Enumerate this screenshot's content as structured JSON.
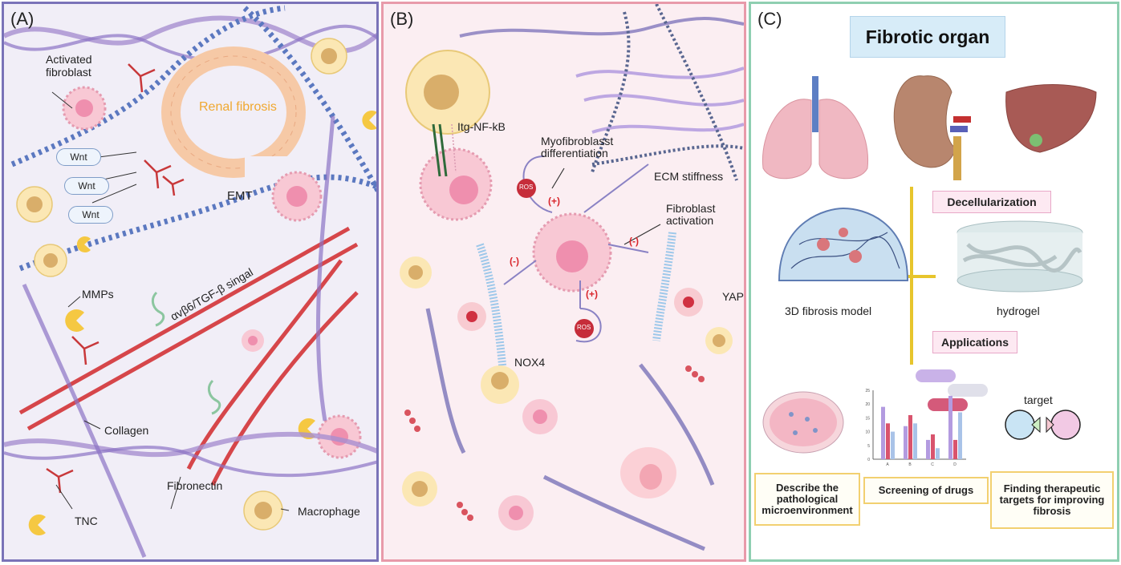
{
  "panels": {
    "a": {
      "label": "(A)",
      "activated_fibroblast_line1": "Activated",
      "activated_fibroblast_line2": "fibroblast",
      "renal_fibrosis": "Renal fibrosis",
      "wnt_1": "Wnt",
      "wnt_2": "Wnt",
      "wnt_3": "Wnt",
      "emt": "EMT",
      "mmps": "MMPs",
      "signal": "αvβ6/TGF-β singal",
      "collagen": "Collagen",
      "fibronectin": "Fibronectin",
      "macrophage": "Macrophage",
      "tnc": "TNC"
    },
    "b": {
      "label": "(B)",
      "itg": "Itg-NF-kB",
      "myofibroblast_line1": "Myofibroblasst",
      "myofibroblast_line2": "differentiation",
      "ecm": "ECM stiffness",
      "fibroblast_line1": "Fibroblast",
      "fibroblast_line2": "activation",
      "nox4": "NOX4",
      "yap": "YAP",
      "ros_1": "ROS",
      "ros_2": "ROS",
      "sign_plus_1": "(+)",
      "sign_plus_2": "(+)",
      "sign_minus_1": "(-)",
      "sign_minus_2": "(-)"
    },
    "c": {
      "label": "(C)",
      "title": "Fibrotic organ",
      "decellularization": "Decellularization",
      "model_3d": "3D fibrosis model",
      "hydrogel": "hydrogel",
      "applications": "Applications",
      "target": "target",
      "describe": "Describe the pathological microenvironment",
      "screening": "Screening of drugs",
      "finding": "Finding therapeutic targets for improving fibrosis"
    }
  },
  "mini_chart": {
    "y_ticks": [
      "25",
      "20",
      "15",
      "10",
      "5",
      "0"
    ],
    "categories": [
      "A",
      "B",
      "C",
      "D"
    ]
  },
  "colors": {
    "panel_a_border": "#7a73b8",
    "panel_b_border": "#e89aaa",
    "panel_c_border": "#8fcfb1",
    "renal_label": "#f0a830",
    "sign_red": "#d9262c"
  }
}
